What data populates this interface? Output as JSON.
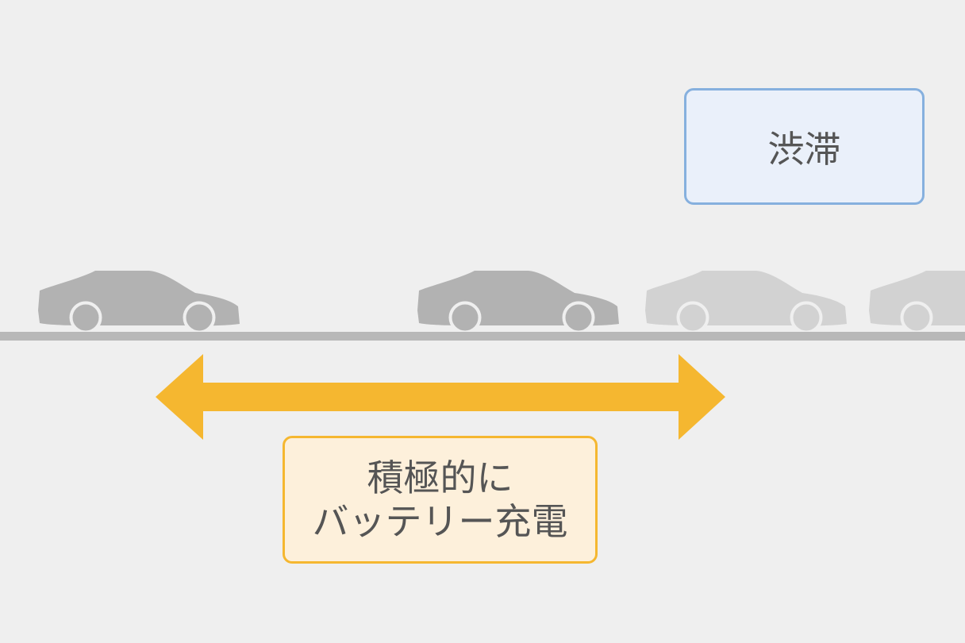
{
  "traffic_label": "渋滞",
  "charge_label": {
    "line1": "積極的に",
    "line2": "バッテリー充電"
  },
  "colors": {
    "background": "#efefef",
    "road": "#b8b8b8",
    "car_dark": "#b2b2b2",
    "car_light": "#d2d2d2",
    "arrow": "#f5b730",
    "traffic_box_fill": "#eaf0fa",
    "traffic_box_border": "#86b0de",
    "charge_box_fill": "#fdf0db",
    "charge_box_border": "#f5b730",
    "text": "#555555"
  },
  "cars": [
    {
      "tone": "dark"
    },
    {
      "tone": "dark"
    },
    {
      "tone": "light"
    },
    {
      "tone": "light"
    }
  ]
}
